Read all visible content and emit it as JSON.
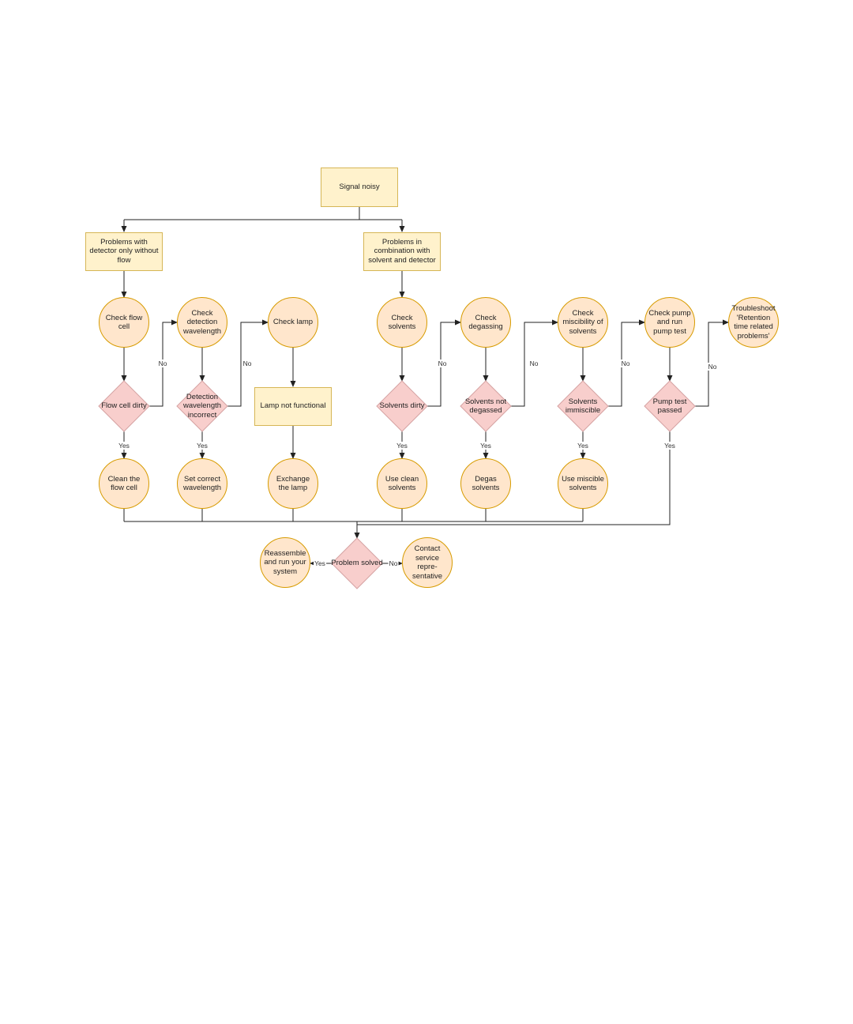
{
  "colors": {
    "rect_fill": "#fff2cc",
    "rect_stroke": "#d6b656",
    "circle_fill": "#ffe6cc",
    "circle_stroke": "#d79b00",
    "diamond_fill": "#f8cecc",
    "diamond_stroke": "#d6a3a3",
    "edge": "#222222"
  },
  "nodes": {
    "signal_noisy": "Signal noisy",
    "problems_detector": "Problems with detector only without flow",
    "problems_combination": "Problems in combination with solvent and detector",
    "check_flow_cell": "Check flow cell",
    "flow_cell_dirty": "Flow cell dirty",
    "clean_flow_cell": "Clean the flow cell",
    "check_detection_wavelength": "Check detection wavelength",
    "detection_wavelength_incorrect": "Detection wavelength incorrect",
    "set_correct_wavelength": "Set correct wavelength",
    "check_lamp": "Check lamp",
    "lamp_not_functional": "Lamp not functional",
    "exchange_lamp": "Exchange the lamp",
    "check_solvents": "Check solvents",
    "solvents_dirty": "Solvents dirty",
    "use_clean_solvents": "Use clean solvents",
    "check_degassing": "Check degassing",
    "solvents_not_degassed": "Solvents not degassed",
    "degas_solvents": "Degas solvents",
    "check_miscibility": "Check miscibility of solvents",
    "solvents_immiscible": "Solvents immiscible",
    "use_miscible_solvents": "Use miscible solvents",
    "check_pump": "Check pump and run pump test",
    "pump_test_passed": "Pump test passed",
    "troubleshoot_retention": "Troubleshoot 'Retention time related problems'",
    "problem_solved": "Problem solved",
    "reassemble": "Reassemble and run your system",
    "contact_service": "Contact service repre-sentative"
  },
  "edge_labels": {
    "yes": "Yes",
    "no": "No"
  }
}
